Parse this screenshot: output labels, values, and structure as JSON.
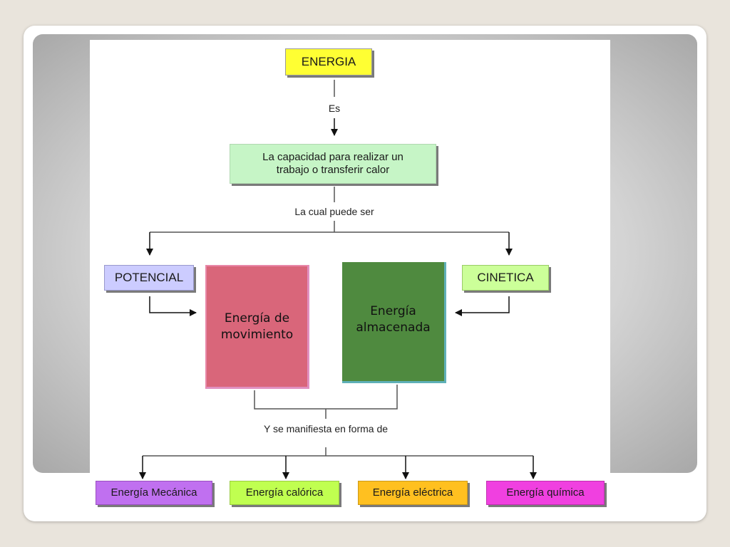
{
  "diagram": {
    "root": "ENERGIA",
    "connector_es": "Es",
    "definition": "La capacidad para realizar un trabajo o  transferir calor",
    "connector_cual": "La cual puede ser",
    "potencial": "POTENCIAL",
    "cinetica": "CINETICA",
    "movimiento": "Energía de movimiento",
    "almacenada": "Energía almacenada",
    "connector_manifiesta": "Y se manifiesta en forma de",
    "forms": {
      "mecanica": "Energía Mecánica",
      "calorica": "Energía calórica",
      "electrica": "Energía eléctrica",
      "quimica": "Energía química"
    },
    "colors": {
      "root": "#ffff33",
      "definition": "#c6f5c6",
      "potencial": "#ccccff",
      "cinetica": "#ccff99",
      "movimiento": "#d9667a",
      "almacenada": "#4f8a3f",
      "mecanica": "#c070f0",
      "calorica": "#c0ff50",
      "electrica": "#ffc020",
      "quimica": "#f040e0"
    }
  }
}
